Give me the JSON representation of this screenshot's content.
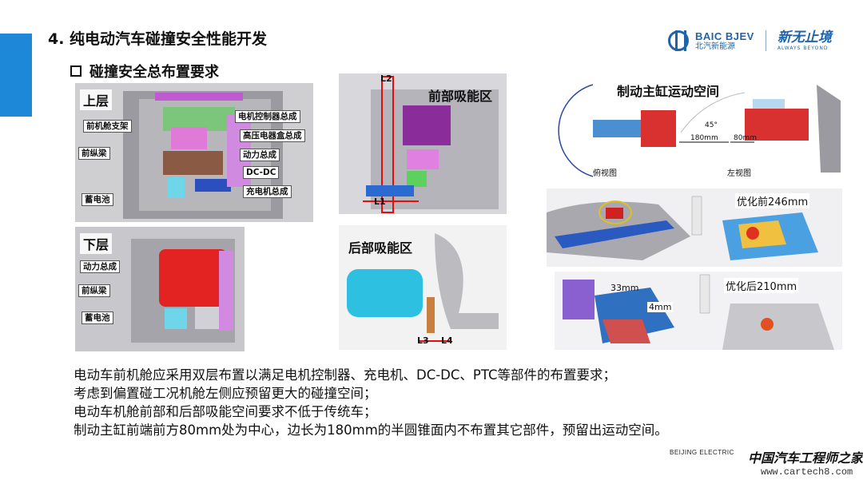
{
  "slide": {
    "title": "4. 纯电动汽车碰撞安全性能开发",
    "subtitle": "碰撞安全总布置要求"
  },
  "logo": {
    "brand_en": "BAIC BJEV",
    "brand_cn": "北汽新能源",
    "slogan_cn": "新无止境",
    "slogan_en": "ALWAYS BEYOND"
  },
  "panels": {
    "upper": {
      "label": "上层",
      "callouts": [
        "前机舱支架",
        "前纵梁",
        "蓄电池",
        "电机控制器总成",
        "高压电器盒总成",
        "动力总成",
        "DC-DC",
        "充电机总成"
      ]
    },
    "lower": {
      "label": "下层",
      "callouts": [
        "动力总成",
        "前纵梁",
        "蓄电池"
      ]
    },
    "front_zone": {
      "label": "前部吸能区",
      "l1": "L1",
      "l2": "L2"
    },
    "rear_zone": {
      "label": "后部吸能区",
      "l3": "L3",
      "l4": "L4"
    },
    "brake": {
      "label": "制动主缸运动空间",
      "top_view": "俯视图",
      "left_view": "左视图",
      "angle": "45°",
      "dim_180": "180mm",
      "dim_80": "80mm"
    },
    "before": {
      "label": "优化前246mm"
    },
    "after": {
      "label": "优化后210mm",
      "d33": "33mm",
      "d4": "4mm"
    }
  },
  "bullets": [
    "电动车前机舱应采用双层布置以满足电机控制器、充电机、DC-DC、PTC等部件的布置要求；",
    "考虑到偏置碰工况机舱左侧应预留更大的碰撞空间；",
    "电动车机舱前部和后部吸能空间要求不低于传统车；",
    "制动主缸前端前方80mm处为中心，边长为180mm的半圆锥面内不布置其它部件，预留出运动空间。"
  ],
  "footer": {
    "company": "BEIJING ELECTRIC",
    "watermark_cn": "中国汽车工程师之家",
    "watermark_url": "www.cartech8.com"
  },
  "colors": {
    "accent": "#1e88d8",
    "brand": "#1f64a8"
  }
}
